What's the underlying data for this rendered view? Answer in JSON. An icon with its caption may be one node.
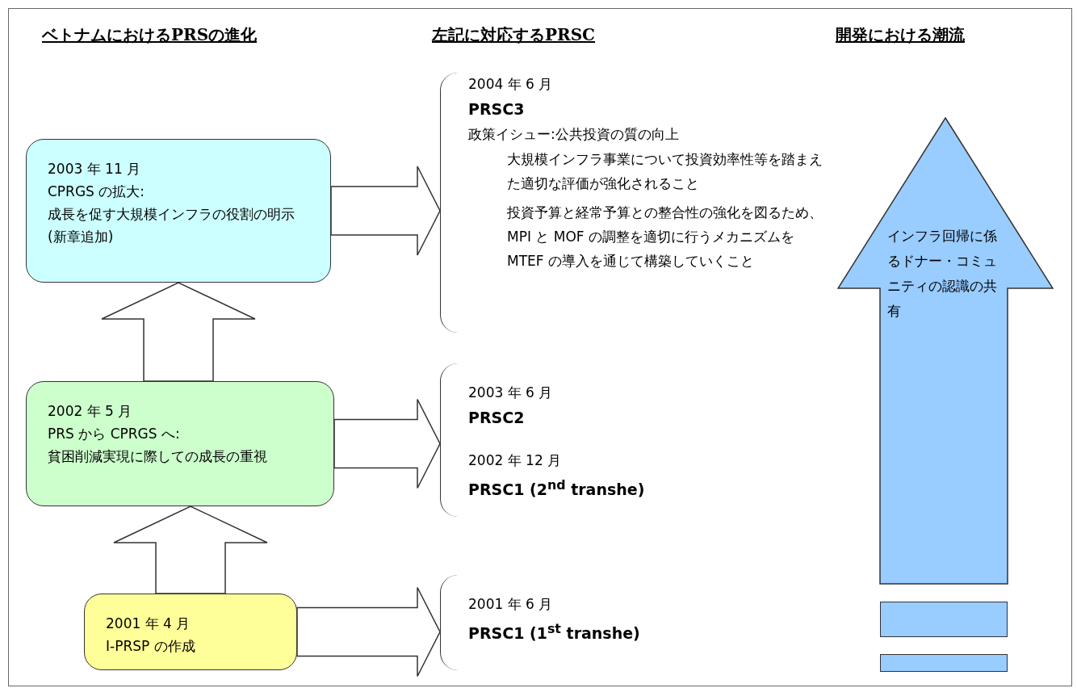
{
  "diagram": {
    "nodes": [
      {
        "text": [
          "2003 年 11 月",
          "CPRGS の拡大:",
          "成長を促す大規模インフラの役割の明示(新章追加)"
        ]
      },
      {
        "text": [
          "2002 年 5 月",
          "PRS から CPRGS へ:",
          "貧困削減実現に際しての成長の重視"
        ]
      },
      {
        "text": [
          "2001 年 4 月",
          "I-PRSP の作成"
        ]
      },
      {
        "text": [
          "2004 年 6 月",
          "PRSC3",
          "政策イシュー:公共投資の質の向上",
          "大規模インフラ事業について投資効率性等を踏まえた適切な評価が強化されること",
          "投資予算と経常予算との整合性の強化を図るため、MPI と MOF の調整を適切に行うメカニズムを MTEF の導入を通じて構築していくこと"
        ]
      },
      {
        "text": [
          "2003 年 6 月",
          "PRSC2",
          "2002 年 12 月",
          "PRSC1 (2$^{nd}$ transhe)"
        ]
      },
      {
        "text": [
          "2001 年 6 月",
          "PRSC1 (1$^{st}$ transhe)"
        ]
      },
      {
        "text": [
          "インフラ回帰に係るドナー・コミュニティの認識の共有"
        ]
      },
      {
        "text": [],
        "shape": "bar"
      },
      {
        "text": [],
        "shape": "bar"
      }
    ],
    "edges": [
      {
        "from": 2,
        "to": 1,
        "arrow": "to"
      },
      {
        "from": 1,
        "to": 0,
        "arrow": "to"
      },
      {
        "from": 0,
        "to": 3,
        "arrow": "to"
      },
      {
        "from": 1,
        "to": 4,
        "arrow": "to"
      },
      {
        "from": 2,
        "to": 5,
        "arrow": "to"
      }
    ],
    "labels": [
      "ベトナムにおけるPRSの進化",
      "左記に対応するPRSC",
      "開発における潮流"
    ]
  }
}
